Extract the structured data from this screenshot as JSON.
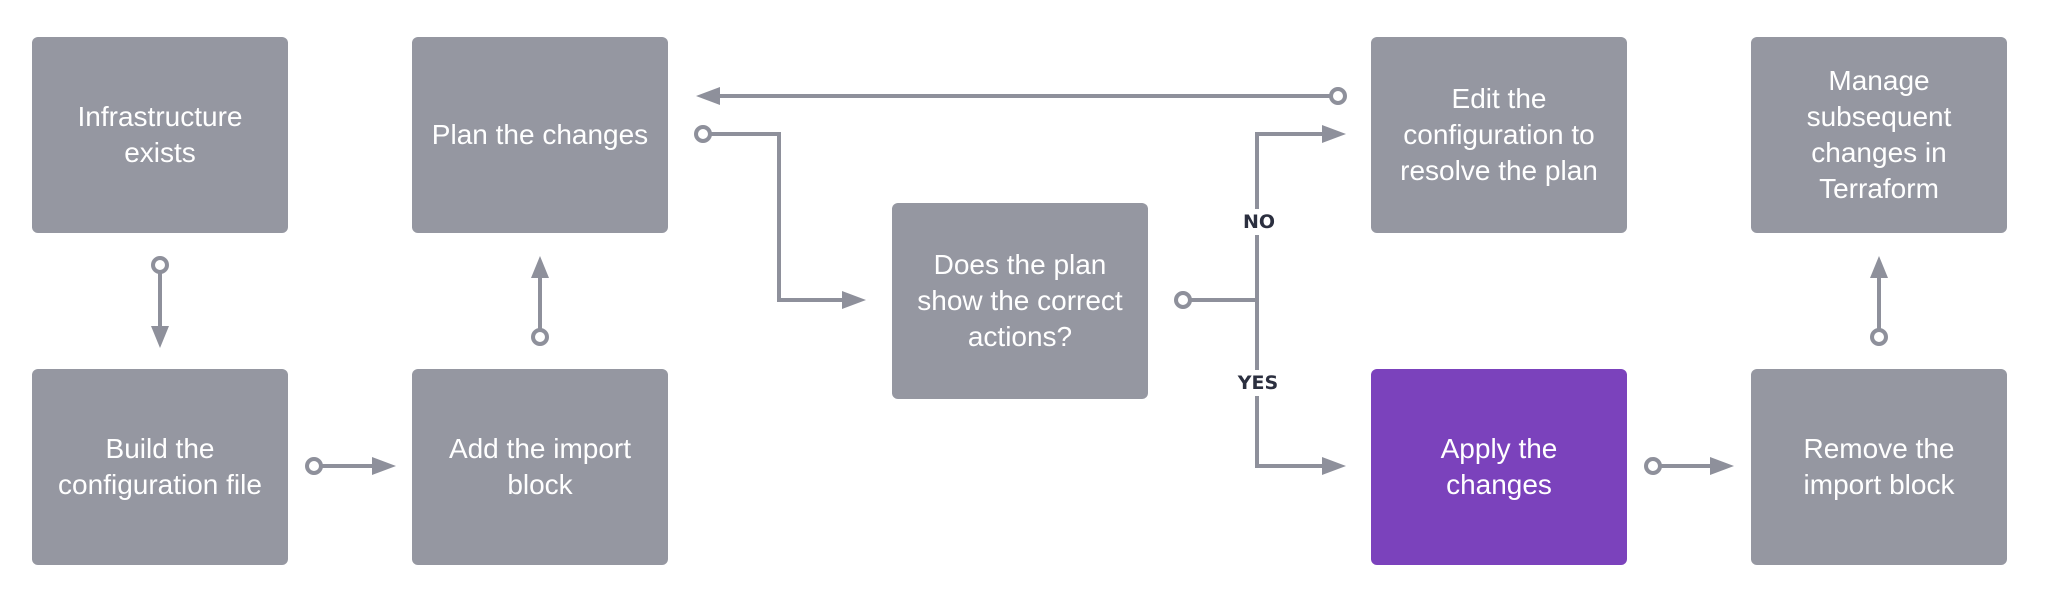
{
  "colors": {
    "box_fill": "#9597a1",
    "highlight_fill": "#7b42bc",
    "connector": "#8e909b",
    "label_text": "#2b2f3f",
    "box_text": "#ffffff"
  },
  "steps": {
    "infrastructure_exists": "Infrastructure exists",
    "build_config": "Build the configuration file",
    "add_import_block": "Add the import block",
    "plan_changes": "Plan the changes",
    "check_plan": "Does the plan show the correct actions?",
    "edit_config": "Edit the configuration to resolve the plan",
    "apply_changes": "Apply the changes",
    "remove_import_block": "Remove the import block",
    "manage_changes": "Manage subsequent changes in Terraform"
  },
  "branches": {
    "no_label": "NO",
    "yes_label": "YES"
  },
  "highlighted_step": "apply_changes"
}
